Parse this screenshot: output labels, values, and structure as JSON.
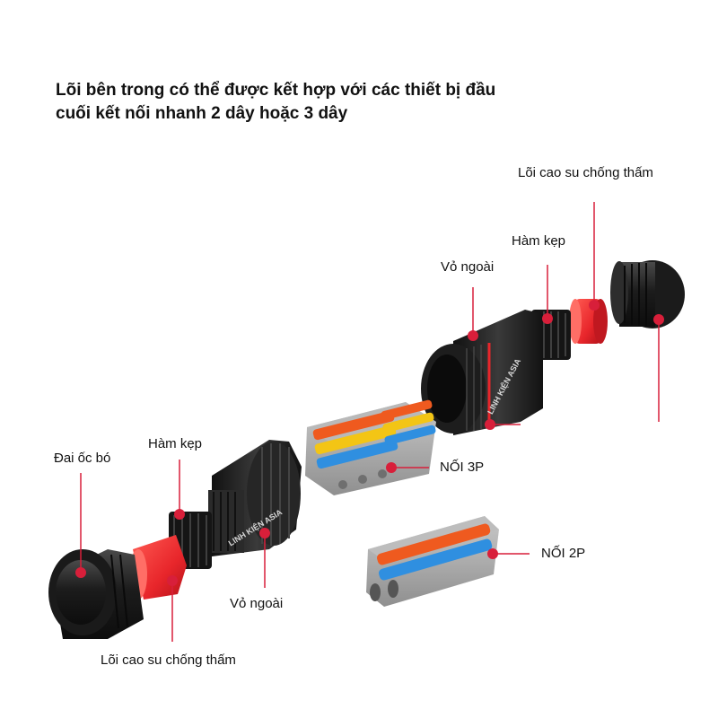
{
  "heading": {
    "line1": "Lõi bên trong có thể được kết hợp với các thiết bị đầu",
    "line2": "cuối kết nối nhanh 2 dây hoặc 3 dây"
  },
  "labels": {
    "rubber_core_right": "Lõi cao su chống thấm",
    "clamp_right": "Hàm kẹp",
    "shell_right": "Vỏ ngoài",
    "connector_3p": "NỐI 3P",
    "connector_2p": "NỐI 2P",
    "lock_nut": "Đai ốc bó",
    "clamp_left": "Hàm kẹp",
    "shell_left": "Vỏ ngoài",
    "rubber_core_left": "Lõi cao su chống thấm"
  },
  "watermark": "LINH KIỆN ASIA",
  "colors": {
    "callout": "#d81f3a",
    "housing": "#1e1e1e",
    "rubber": "#e8262b",
    "connector_body": "#a7a7a7",
    "lever_orange": "#ef5a1f",
    "lever_yellow": "#f3c515",
    "lever_blue": "#2f8fe0"
  }
}
